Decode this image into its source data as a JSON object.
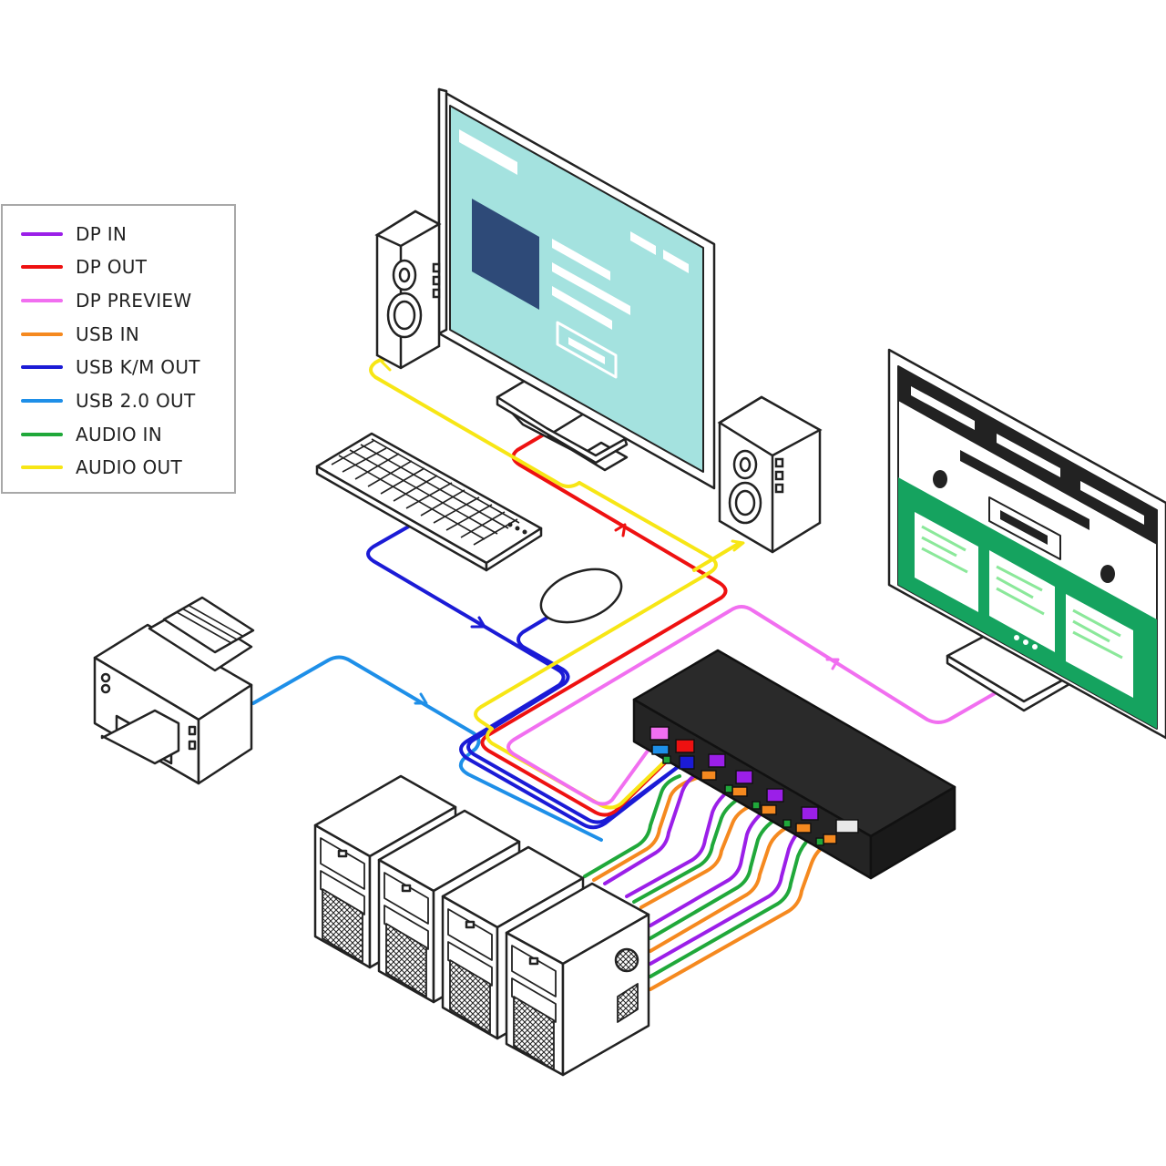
{
  "legend": {
    "items": [
      {
        "label": "DP IN",
        "color": "#9b1fe8"
      },
      {
        "label": "DP OUT",
        "color": "#ee1111"
      },
      {
        "label": "DP PREVIEW",
        "color": "#f16ff0"
      },
      {
        "label": "USB IN",
        "color": "#f5891f"
      },
      {
        "label": "USB K/M OUT",
        "color": "#1b1bd6"
      },
      {
        "label": "USB 2.0 OUT",
        "color": "#1e8fe8"
      },
      {
        "label": "AUDIO IN",
        "color": "#20a83a"
      },
      {
        "label": "AUDIO OUT",
        "color": "#f7e615"
      }
    ]
  },
  "colors": {
    "screen_main": "#a4e2df",
    "screen_block": "#2e4a78",
    "preview_green": "#15a35f",
    "preview_text": "#8be89a",
    "switch_body": "#242424",
    "outline": "#222222"
  }
}
